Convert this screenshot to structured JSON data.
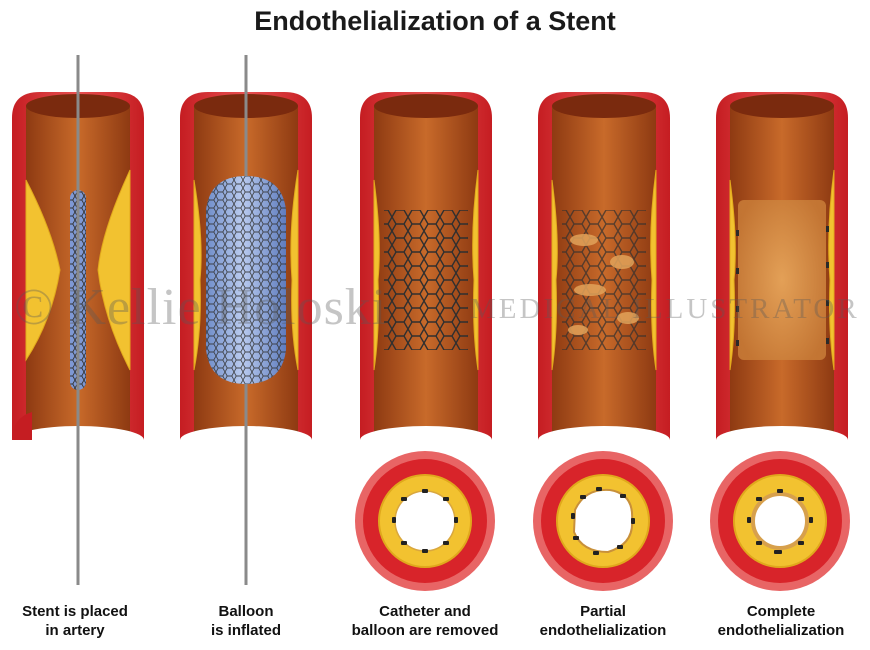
{
  "title": "Endothelialization of a Stent",
  "watermark": {
    "name": "© Kellie Holoski",
    "role": "MEDICAL ILLUSTRATOR"
  },
  "stages": [
    {
      "id": "stent-placed",
      "caption_line1": "Stent is placed",
      "caption_line2": "in artery"
    },
    {
      "id": "balloon-inflated",
      "caption_line1": "Balloon",
      "caption_line2": "is inflated"
    },
    {
      "id": "catheter-removed",
      "caption_line1": "Catheter and",
      "caption_line2": "balloon are removed"
    },
    {
      "id": "partial-endo",
      "caption_line1": "Partial",
      "caption_line2": "endothelialization"
    },
    {
      "id": "complete-endo",
      "caption_line1": "Complete",
      "caption_line2": "endothelialization"
    }
  ],
  "colors": {
    "artery_wall": "#d8242a",
    "artery_outer": "#e96a6a",
    "lumen": "#b8551e",
    "plaque": "#f2c230",
    "balloon": "#8fa9dc",
    "stent_wire": "#333333",
    "catheter": "#888888"
  }
}
